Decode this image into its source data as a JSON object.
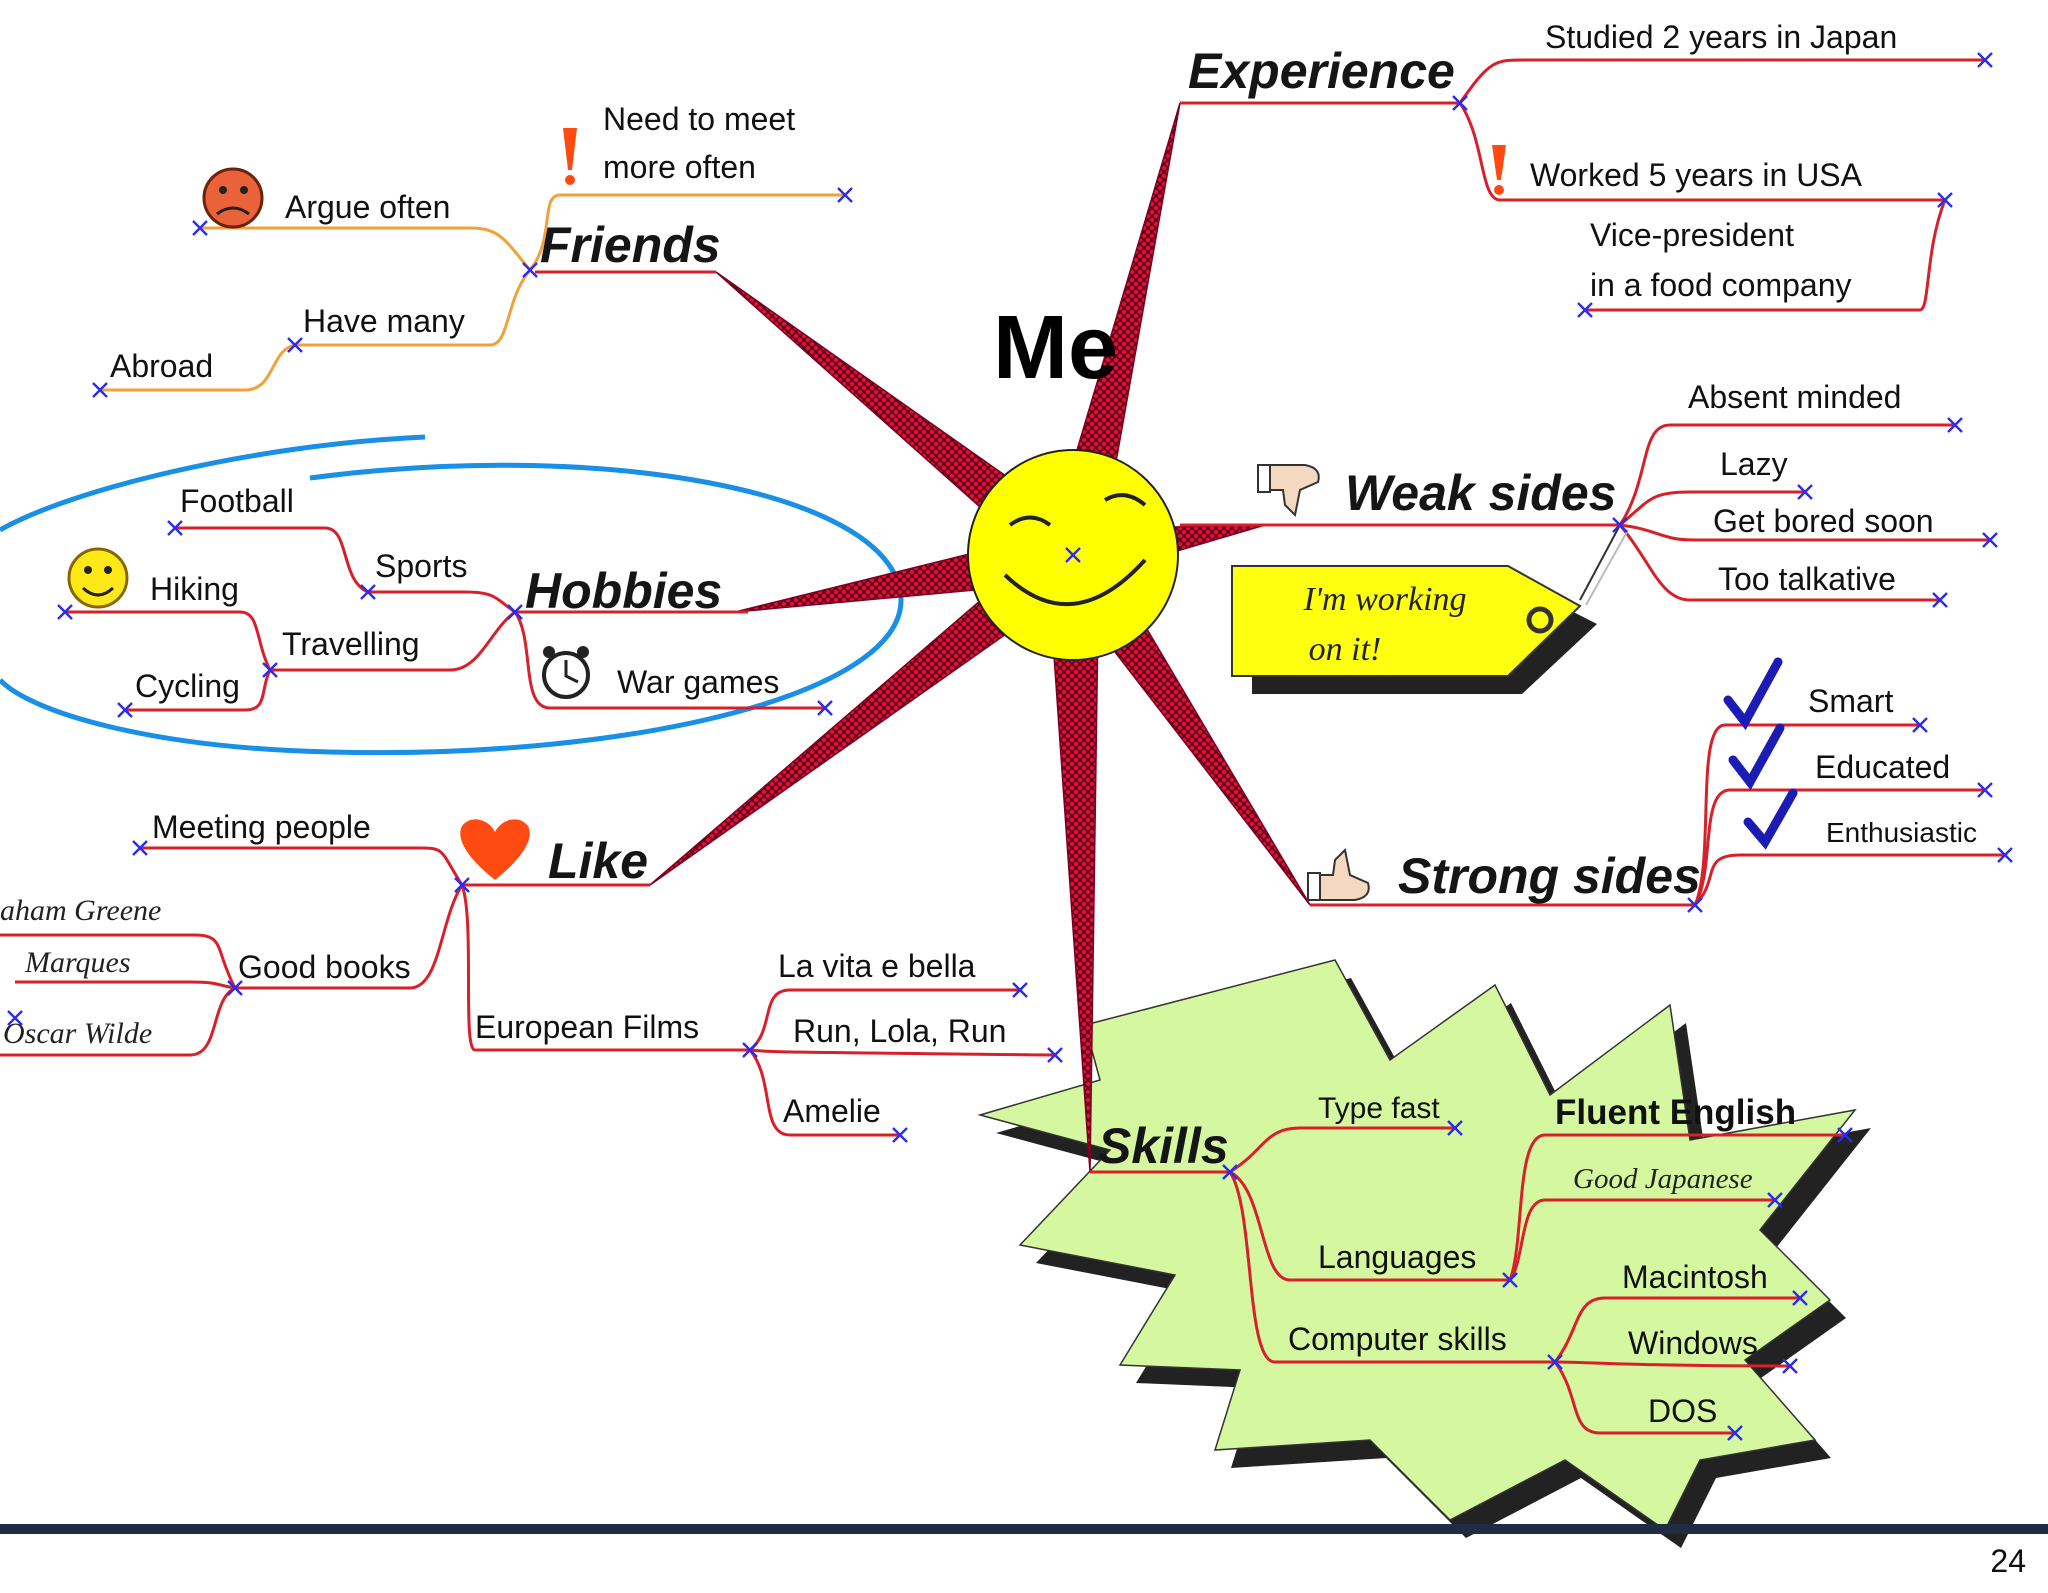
{
  "center": {
    "label": "Me"
  },
  "branches": {
    "experience": {
      "label": "Experience",
      "items": [
        "Studied 2 years in Japan",
        "Worked 5 years in USA",
        "Vice-president",
        "in a food company"
      ]
    },
    "friends": {
      "label": "Friends",
      "items": [
        "Need to meet",
        "more often",
        "Argue often",
        "Have many",
        "Abroad"
      ]
    },
    "weak_sides": {
      "label": "Weak sides",
      "items": [
        "Absent minded",
        "Lazy",
        "Get bored soon",
        "Too talkative"
      ],
      "tag_line1": "I'm working",
      "tag_line2": "on it!"
    },
    "hobbies": {
      "label": "Hobbies",
      "items": [
        "Football",
        "Sports",
        "Hiking",
        "Travelling",
        "Cycling",
        "War games"
      ]
    },
    "strong_sides": {
      "label": "Strong sides",
      "items": [
        "Smart",
        "Educated",
        "Enthusiastic"
      ]
    },
    "like": {
      "label": "Like",
      "items": [
        "Meeting people",
        "Good books",
        "aham Greene",
        "Marques",
        "Oscar Wilde",
        "European Films",
        "La vita e bella",
        "Run, Lola, Run",
        "Amelie"
      ]
    },
    "skills": {
      "label": "Skills",
      "items": [
        "Type fast",
        "Fluent English",
        "Good Japanese",
        "Languages",
        "Macintosh",
        "Computer skills",
        "Windows",
        "DOS"
      ]
    }
  },
  "slide": {
    "page_number": "24"
  },
  "colors": {
    "link": "#d8202a",
    "friends_link": "#f2a03a",
    "ray": "#c8102e",
    "sun": "#ffff00",
    "skills_burst": "#d4f7a0",
    "hobby_loop": "#1a8fe6"
  }
}
